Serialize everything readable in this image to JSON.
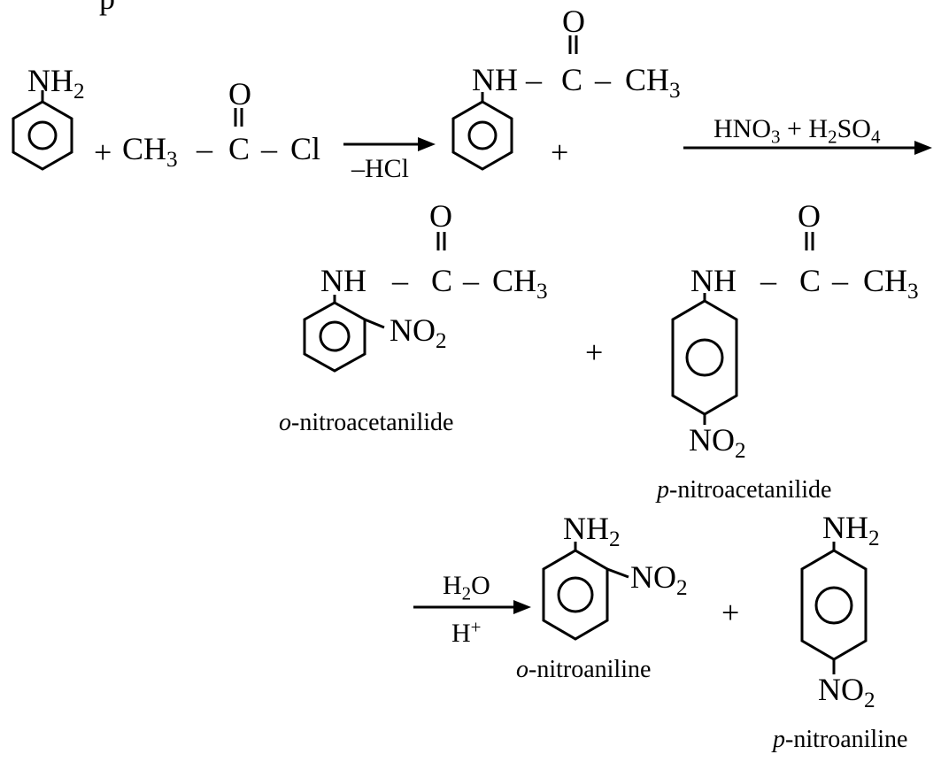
{
  "header_fragment": "p",
  "reaction1": {
    "aniline_group": {
      "main": "NH",
      "sub": "2"
    },
    "plus": "+",
    "reagent": {
      "ch3": "CH",
      "ch3_sub": "3",
      "dash1": "–",
      "carbon": "C",
      "dash2": "–",
      "cl": "Cl",
      "oxygen": "O"
    },
    "arrow_below": "–HCl",
    "acetanilide": {
      "nh": "NH",
      "dash1": "–",
      "carbon": "C",
      "dash2": "–",
      "ch3": "CH",
      "ch3_sub": "3",
      "oxygen": "O"
    },
    "plus2": "+"
  },
  "nitration_arrow": {
    "label_parts": [
      "HNO",
      "3",
      " + H",
      "2",
      "SO",
      "4"
    ]
  },
  "ortho_acetanilide": {
    "nh": "NH",
    "dash1": "–",
    "carbon": "C",
    "dash2": "–",
    "ch3": "CH",
    "ch3_sub": "3",
    "oxygen": "O",
    "no2": "NO",
    "no2_sub": "2",
    "name_prefix": "o",
    "name_rest": "-nitroacetanilide"
  },
  "plus3": "+",
  "para_acetanilide": {
    "nh": "NH",
    "dash1": "–",
    "carbon": "C",
    "dash2": "–",
    "ch3": "CH",
    "ch3_sub": "3",
    "oxygen": "O",
    "no2": "NO",
    "no2_sub": "2",
    "name_prefix": "p",
    "name_rest": "-nitroacetanilide"
  },
  "hydrolysis_arrow": {
    "above": {
      "main": "H",
      "sub": "2",
      "rest": "O"
    },
    "below": {
      "main": "H",
      "sup": "+"
    }
  },
  "ortho_aniline": {
    "nh2": "NH",
    "nh2_sub": "2",
    "no2": "NO",
    "no2_sub": "2",
    "name_prefix": "o",
    "name_rest": "-nitroaniline"
  },
  "plus4": "+",
  "para_aniline": {
    "nh2": "NH",
    "nh2_sub": "2",
    "no2": "NO",
    "no2_sub": "2",
    "name_prefix": "p",
    "name_rest": "-nitroaniline"
  }
}
